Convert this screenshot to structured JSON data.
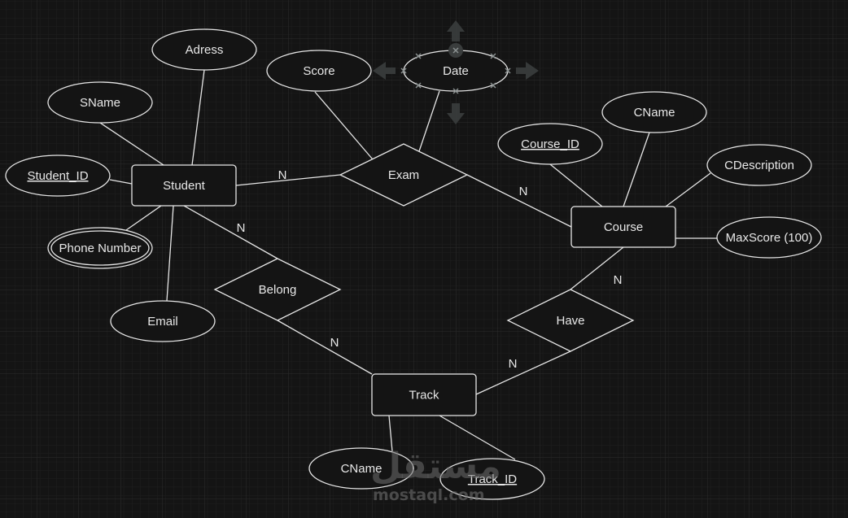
{
  "diagram": {
    "type": "ER diagram",
    "background": "#141414",
    "entities": [
      {
        "id": "student",
        "label": "Student"
      },
      {
        "id": "course",
        "label": "Course"
      },
      {
        "id": "track",
        "label": "Track"
      }
    ],
    "relationships": [
      {
        "id": "exam",
        "label": "Exam"
      },
      {
        "id": "belong",
        "label": "Belong"
      },
      {
        "id": "have",
        "label": "Have"
      }
    ],
    "attributes": [
      {
        "id": "adress",
        "label": "Adress",
        "owner": "student",
        "key": false,
        "multivalued": false
      },
      {
        "id": "sname",
        "label": "SName",
        "owner": "student",
        "key": false,
        "multivalued": false
      },
      {
        "id": "student_id",
        "label": "Student_ID",
        "owner": "student",
        "key": true,
        "multivalued": false
      },
      {
        "id": "phone",
        "label": "Phone Number",
        "owner": "student",
        "key": false,
        "multivalued": true
      },
      {
        "id": "email",
        "label": "Email",
        "owner": "student",
        "key": false,
        "multivalued": false
      },
      {
        "id": "score",
        "label": "Score",
        "owner": "exam",
        "key": false,
        "multivalued": false
      },
      {
        "id": "date",
        "label": "Date",
        "owner": "exam",
        "key": false,
        "multivalued": false,
        "selected": true
      },
      {
        "id": "course_id",
        "label": "Course_ID",
        "owner": "course",
        "key": true,
        "multivalued": false
      },
      {
        "id": "cname_course",
        "label": "CName",
        "owner": "course",
        "key": false,
        "multivalued": false
      },
      {
        "id": "cdescription",
        "label": "CDescription",
        "owner": "course",
        "key": false,
        "multivalued": false
      },
      {
        "id": "maxscore",
        "label": "MaxScore (100)",
        "owner": "course",
        "key": false,
        "multivalued": false
      },
      {
        "id": "cname_track",
        "label": "CName",
        "owner": "track",
        "key": false,
        "multivalued": false
      },
      {
        "id": "track_id",
        "label": "Track_ID",
        "owner": "track",
        "key": true,
        "multivalued": false
      }
    ],
    "cardinalities": [
      {
        "id": "student-exam",
        "label": "N"
      },
      {
        "id": "exam-course",
        "label": "N"
      },
      {
        "id": "student-belong",
        "label": "N"
      },
      {
        "id": "belong-track",
        "label": "N"
      },
      {
        "id": "course-have",
        "label": "N"
      },
      {
        "id": "have-track",
        "label": "N"
      }
    ]
  },
  "watermark": {
    "arabic": "مستقل",
    "latin": "mostaql.com"
  }
}
